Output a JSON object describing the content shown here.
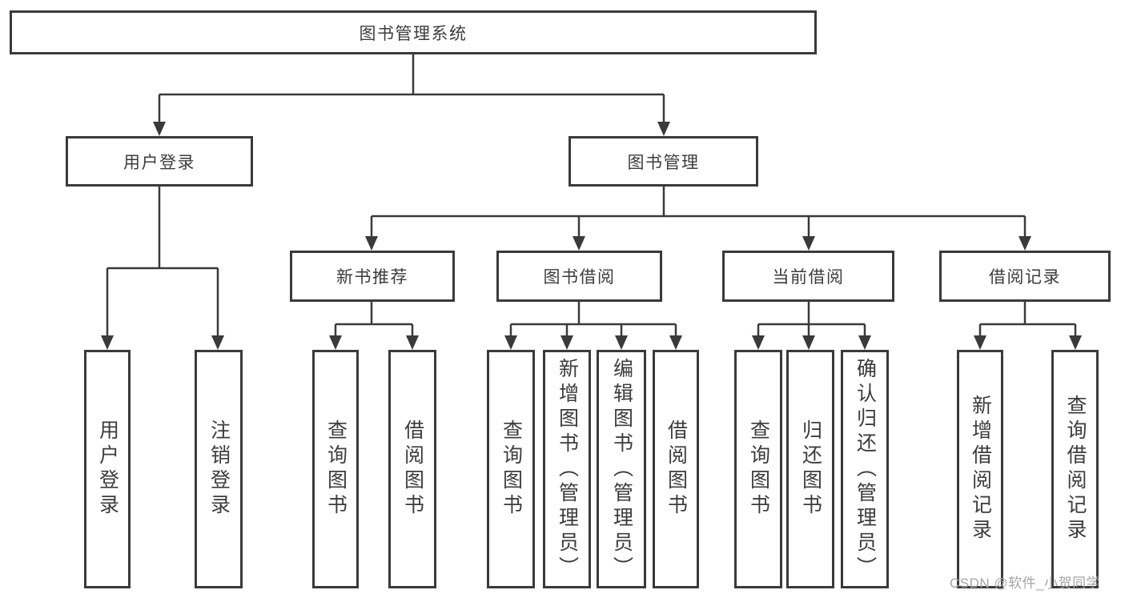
{
  "diagram_type": "hierarchy-tree",
  "tree": {
    "root": {
      "label": "图书管理系统",
      "children": [
        {
          "label": "用户登录",
          "children": [
            {
              "label": "用户登录"
            },
            {
              "label": "注销登录"
            }
          ]
        },
        {
          "label": "图书管理",
          "children": [
            {
              "label": "新书推荐",
              "children": [
                {
                  "label": "查询图书"
                },
                {
                  "label": "借阅图书"
                }
              ]
            },
            {
              "label": "图书借阅",
              "children": [
                {
                  "label": "查询图书"
                },
                {
                  "label": "新增图书（管理员）"
                },
                {
                  "label": "编辑图书（管理员）"
                },
                {
                  "label": "借阅图书"
                }
              ]
            },
            {
              "label": "当前借阅",
              "children": [
                {
                  "label": "查询图书"
                },
                {
                  "label": "归还图书"
                },
                {
                  "label": "确认归还（管理员）"
                }
              ]
            },
            {
              "label": "借阅记录",
              "children": [
                {
                  "label": "新增借阅记录"
                },
                {
                  "label": "查询借阅记录"
                }
              ]
            }
          ]
        }
      ]
    }
  },
  "watermark": "CSDN @软件_小贺同学",
  "colors": {
    "line": "#3a3a3a",
    "box_border": "#3a3a3a",
    "box_bg": "#ffffff",
    "text": "#3c3c3c",
    "watermark": "#a5a5a5",
    "background": "#ffffff"
  }
}
